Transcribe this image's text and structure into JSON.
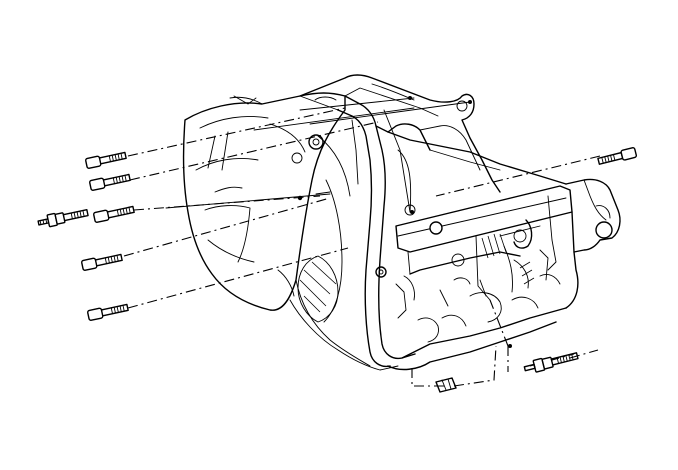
{
  "diagram": {
    "subject": "transmission-case-with-bolts",
    "parts": {
      "housing": "transmission-housing",
      "bellhousing_flange": "bellhousing-flange",
      "extension": "extension-housing",
      "bolts": [
        {
          "kind": "long-bolt"
        },
        {
          "kind": "long-bolt"
        },
        {
          "kind": "stud-bolt"
        },
        {
          "kind": "long-bolt"
        },
        {
          "kind": "long-bolt"
        },
        {
          "kind": "long-bolt"
        },
        {
          "kind": "bolt"
        },
        {
          "kind": "stud-bolt"
        }
      ]
    }
  }
}
